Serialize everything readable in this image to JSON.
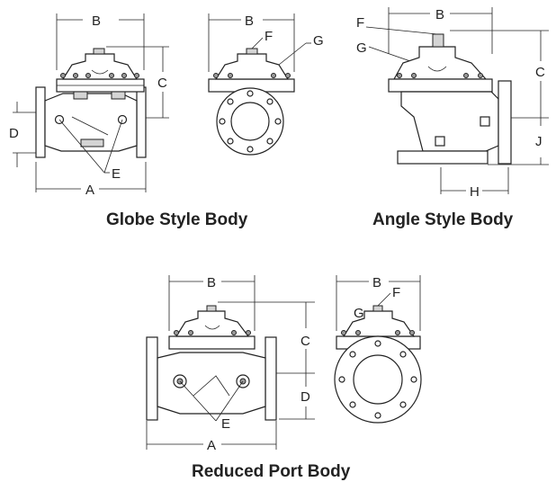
{
  "captions": {
    "globe": "Globe Style Body",
    "angle": "Angle Style Body",
    "reduced": "Reduced Port Body"
  },
  "labels": {
    "A": "A",
    "B": "B",
    "C": "C",
    "D": "D",
    "E": "E",
    "F": "F",
    "G": "G",
    "H": "H",
    "J": "J"
  }
}
